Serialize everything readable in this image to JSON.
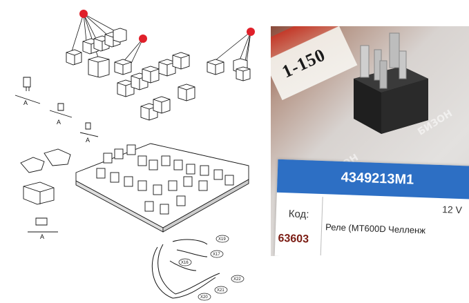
{
  "diagram": {
    "dimension_label": "A",
    "connector_labels": [
      "X19",
      "X16",
      "X17",
      "X20",
      "X22",
      "X21"
    ],
    "callout_color": "#e0202a"
  },
  "photo": {
    "ruler_text": "1-150",
    "watermark_1": "БИЗОН",
    "watermark_2": "БИЗОН",
    "part_number": "4349213M1",
    "code_label": "Код:",
    "code_value": "63603",
    "voltage": "12 V",
    "description": "Реле (MT600D Челленж",
    "label_color": "#2d6fc4"
  }
}
